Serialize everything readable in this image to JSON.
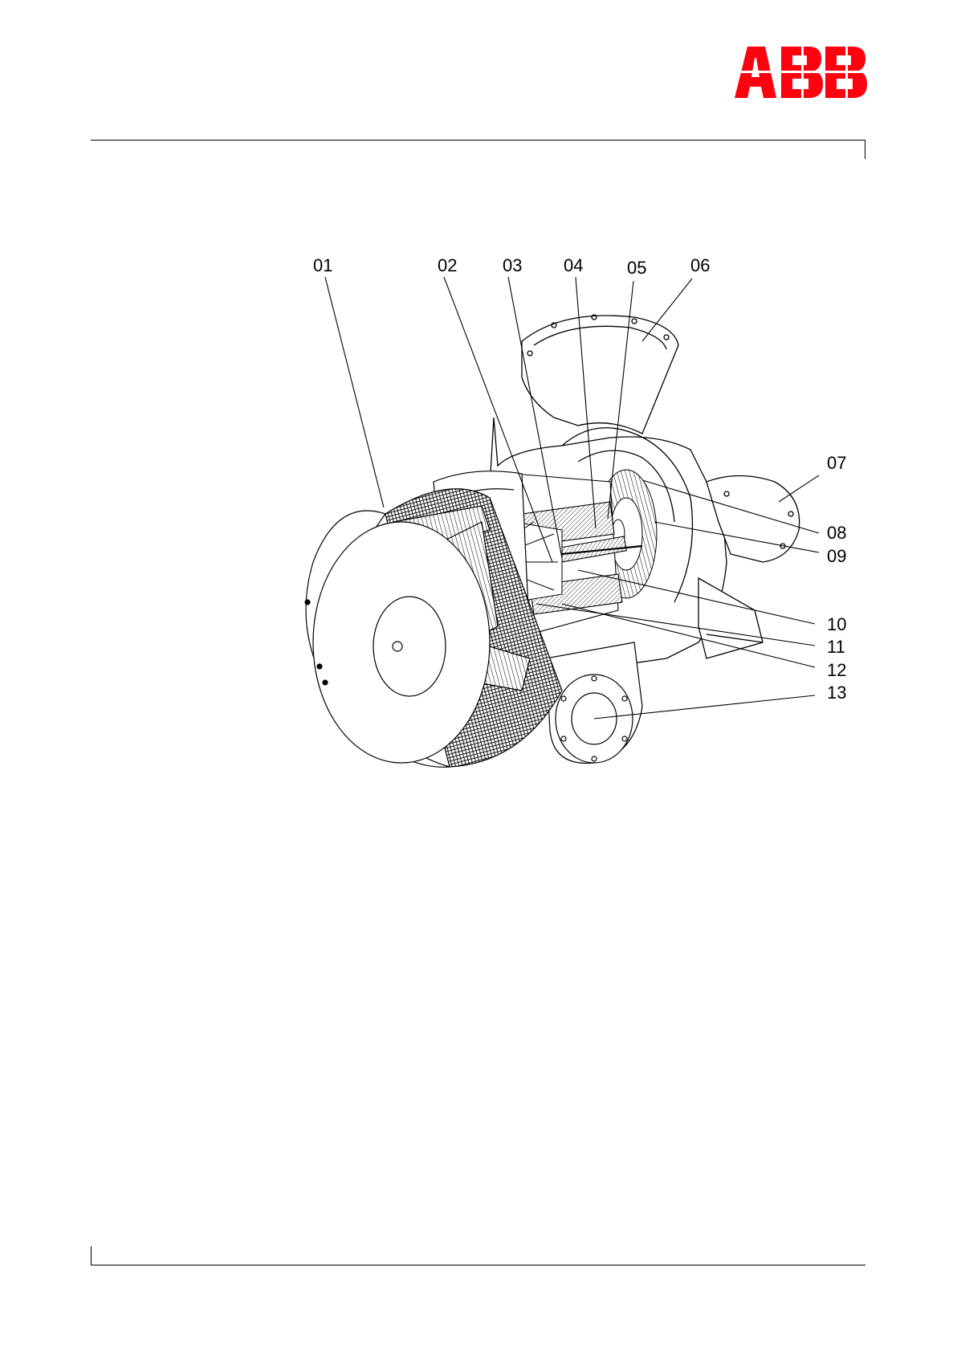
{
  "logo": {
    "text": "ABB",
    "color": "#FF000F"
  },
  "figure": {
    "callouts": [
      {
        "id": "01",
        "label": "01"
      },
      {
        "id": "02",
        "label": "02"
      },
      {
        "id": "03",
        "label": "03"
      },
      {
        "id": "04",
        "label": "04"
      },
      {
        "id": "05",
        "label": "05"
      },
      {
        "id": "06",
        "label": "06"
      },
      {
        "id": "07",
        "label": "07"
      },
      {
        "id": "08",
        "label": "08"
      },
      {
        "id": "09",
        "label": "09"
      },
      {
        "id": "10",
        "label": "10"
      },
      {
        "id": "11",
        "label": "11"
      },
      {
        "id": "12",
        "label": "12"
      },
      {
        "id": "13",
        "label": "13"
      }
    ]
  }
}
